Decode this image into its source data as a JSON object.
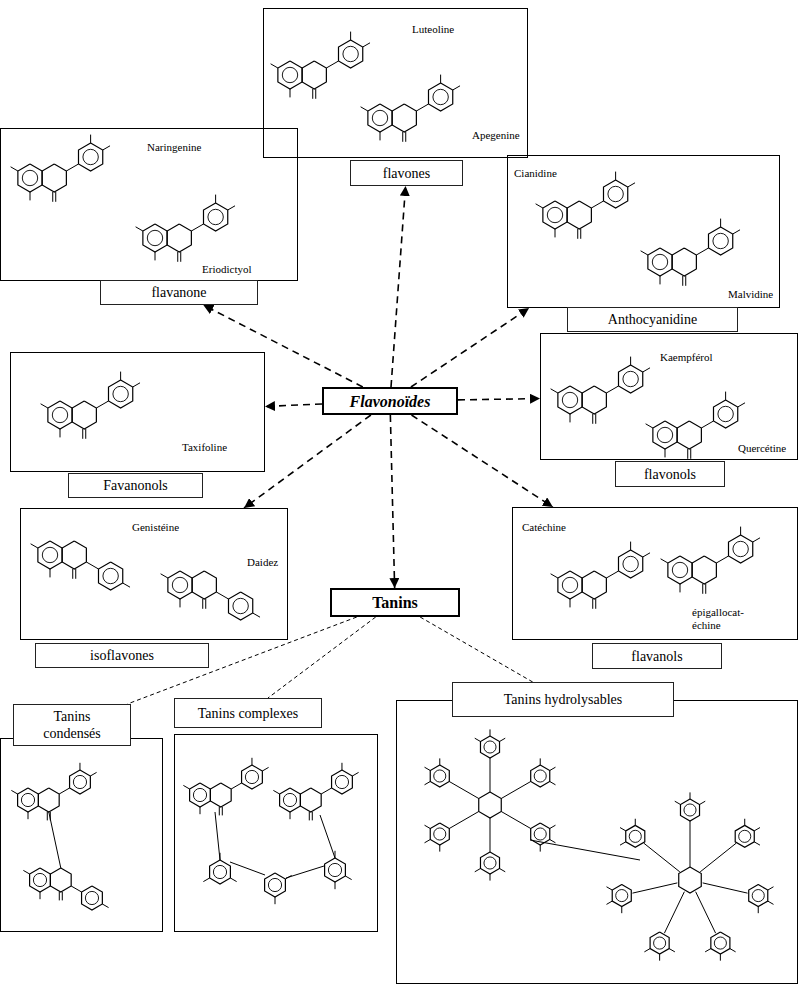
{
  "diagram": {
    "nodes": [
      {
        "text": [
          "Luteoline",
          "Apegenine"
        ]
      },
      {
        "text": [
          "Naringenine",
          "Eriodictyol"
        ]
      },
      {
        "text": [
          "flavones"
        ]
      },
      {
        "text": [
          "Cianidine",
          "Malvidine"
        ]
      },
      {
        "text": [
          "flavanone"
        ]
      },
      {
        "text": [
          "Anthocyanidine"
        ]
      },
      {
        "text": [
          "Kaempférol",
          "Quercétine"
        ]
      },
      {
        "text": [
          "Taxifoline"
        ]
      },
      {
        "text": [
          "Flavonoïdes"
        ]
      },
      {
        "text": [
          "flavonols"
        ]
      },
      {
        "text": [
          "Favanonols"
        ]
      },
      {
        "text": [
          "Catéchine",
          "épigallocat- échine"
        ]
      },
      {
        "text": [
          "Genistéine",
          "Daidez"
        ]
      },
      {
        "text": [
          "Tanins"
        ]
      },
      {
        "text": [
          "flavanols"
        ]
      },
      {
        "text": [
          "isoflavones"
        ]
      },
      {
        "text": [
          "Tanins hydrolysables"
        ]
      },
      {
        "text": [
          "Tanins complexes"
        ]
      },
      {
        "text": [
          "Tanins condensés"
        ]
      }
    ],
    "edges": [
      {
        "from": 8,
        "to": 2,
        "arrow": "to"
      },
      {
        "from": 8,
        "to": 4,
        "arrow": "to"
      },
      {
        "from": 8,
        "to": 3,
        "arrow": "to"
      },
      {
        "from": 8,
        "to": 6,
        "arrow": "to"
      },
      {
        "from": 8,
        "to": 7,
        "arrow": "to"
      },
      {
        "from": 8,
        "to": 12,
        "arrow": "to"
      },
      {
        "from": 8,
        "to": 13,
        "arrow": "to"
      },
      {
        "from": 8,
        "to": 11,
        "arrow": "to"
      },
      {
        "from": 13,
        "to": 18,
        "arrow": "none"
      },
      {
        "from": 13,
        "to": 17,
        "arrow": "none"
      },
      {
        "from": 13,
        "to": 16,
        "arrow": "none"
      }
    ]
  }
}
